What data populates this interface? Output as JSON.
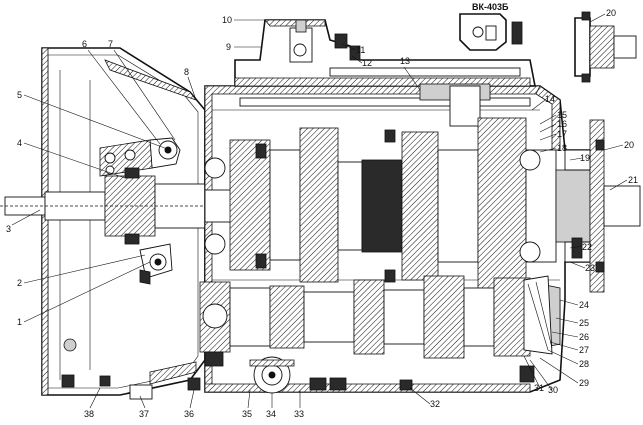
{
  "inset_label": "ВК-403Б",
  "callouts": [
    "1",
    "2",
    "3",
    "4",
    "5",
    "6",
    "7",
    "8",
    "9",
    "10",
    "11",
    "12",
    "13",
    "14",
    "15",
    "16",
    "17",
    "18",
    "19",
    "20",
    "21",
    "22",
    "23",
    "24",
    "25",
    "26",
    "27",
    "28",
    "29",
    "30",
    "31",
    "32",
    "33",
    "34",
    "35",
    "36",
    "37",
    "38"
  ]
}
